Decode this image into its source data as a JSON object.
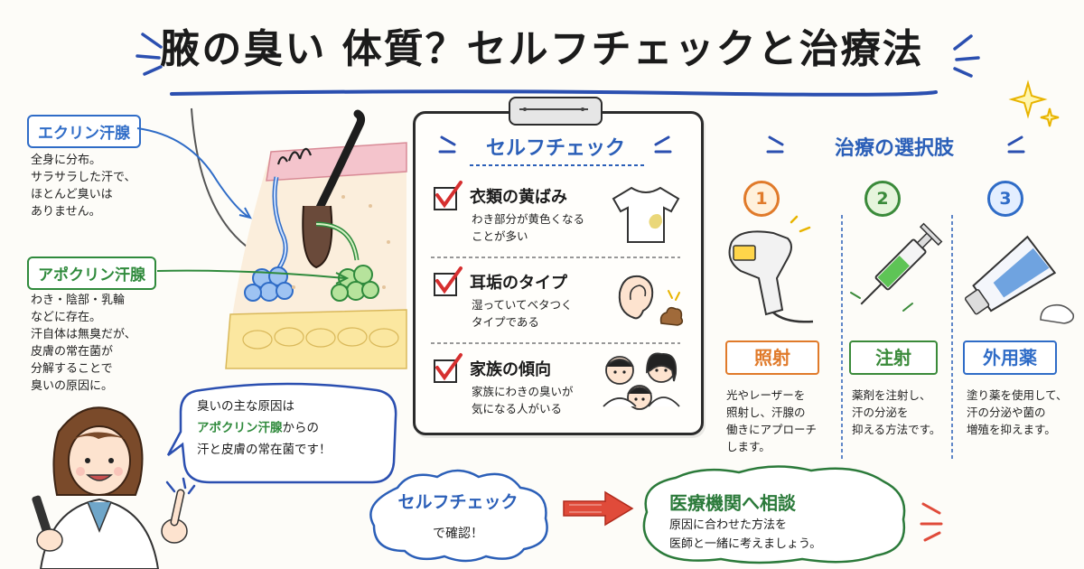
{
  "title": "腋の臭い 体質？セルフチェックと治療法",
  "glands": {
    "eccrine": {
      "label": "エクリン汗腺",
      "desc": "全身に分布。\nサラサラした汗で、\nほとんど臭いは\nありません。",
      "color": "#2f6cc7"
    },
    "apocrine": {
      "label": "アポクリン汗腺",
      "desc": "わき・陰部・乳輪\nなどに存在。\n汗自体は無臭だが、\n皮膚の常在菌が\n分解することで\n臭いの原因に。",
      "color": "#2f8a3c"
    }
  },
  "speech": {
    "line1": "臭いの主な原因は",
    "highlight": "アポクリン汗腺",
    "line2_rest": "からの",
    "line3": "汗と皮膚の常在菌です！"
  },
  "selfcheck": {
    "title": "セルフチェック",
    "items": [
      {
        "title": "衣類の黄ばみ",
        "desc": "わき部分が黄色くなる\nことが多い",
        "icon": "tshirt-stain-icon"
      },
      {
        "title": "耳垢のタイプ",
        "desc": "湿っていてベタつく\nタイプである",
        "icon": "ear-earwax-icon"
      },
      {
        "title": "家族の傾向",
        "desc": "家族にわきの臭いが\n気になる人がいる",
        "icon": "family-icon"
      }
    ]
  },
  "treatment": {
    "title": "治療の選択肢",
    "options": [
      {
        "num": "1",
        "label": "照射",
        "desc": "光やレーザーを\n照射し、汗腺の\n働きにアプローチ\nします。",
        "color": "#e07a2a",
        "icon": "laser-device-icon"
      },
      {
        "num": "2",
        "label": "注射",
        "desc": "薬剤を注射し、\n汗の分泌を\n抑える方法です。",
        "color": "#3a8a3a",
        "icon": "syringe-icon"
      },
      {
        "num": "3",
        "label": "外用薬",
        "desc": "塗り薬を使用して、\n汗の分泌や菌の\n増殖を抑えます。",
        "color": "#2f6cc7",
        "icon": "ointment-tube-icon"
      }
    ]
  },
  "bottom": {
    "cloud_line1": "セルフチェック",
    "cloud_line2": "で確認！",
    "consult_title": "医療機関へ相談",
    "consult_desc": "原因に合わせた方法を\n医師と一緒に考えましょう。"
  },
  "colors": {
    "accent_blue": "#2b5fb8",
    "check_red": "#d62f2f",
    "arrow_red": "#e04b3a",
    "title_underline": "#2b4fb0"
  }
}
